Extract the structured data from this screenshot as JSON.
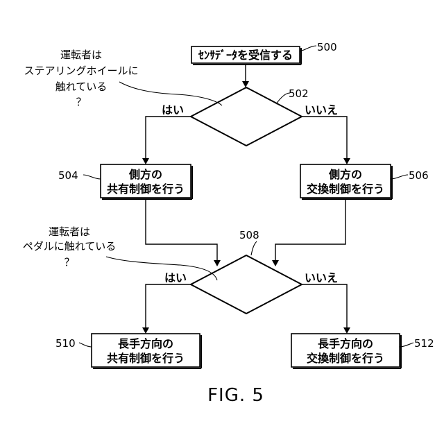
{
  "nodes": {
    "start": {
      "label": "ｾﾝｻﾃﾞｰﾀを受信する",
      "ref": "500"
    },
    "decision1": {
      "ref": "502",
      "question": [
        "運転者は",
        "ステアリングホイールに",
        "触れている",
        "？"
      ],
      "yes": "はい",
      "no": "いいえ"
    },
    "box504": {
      "ref": "504",
      "lines": [
        "側方の",
        "共有制御を行う"
      ]
    },
    "box506": {
      "ref": "506",
      "lines": [
        "側方の",
        "交換制御を行う"
      ]
    },
    "decision2": {
      "ref": "508",
      "question": [
        "運転者は",
        "ペダルに触れている",
        "？"
      ],
      "yes": "はい",
      "no": "いいえ"
    },
    "box510": {
      "ref": "510",
      "lines": [
        "長手方向の",
        "共有制御を行う"
      ]
    },
    "box512": {
      "ref": "512",
      "lines": [
        "長手方向の",
        "交換制御を行う"
      ]
    }
  },
  "caption": "FIG. 5"
}
